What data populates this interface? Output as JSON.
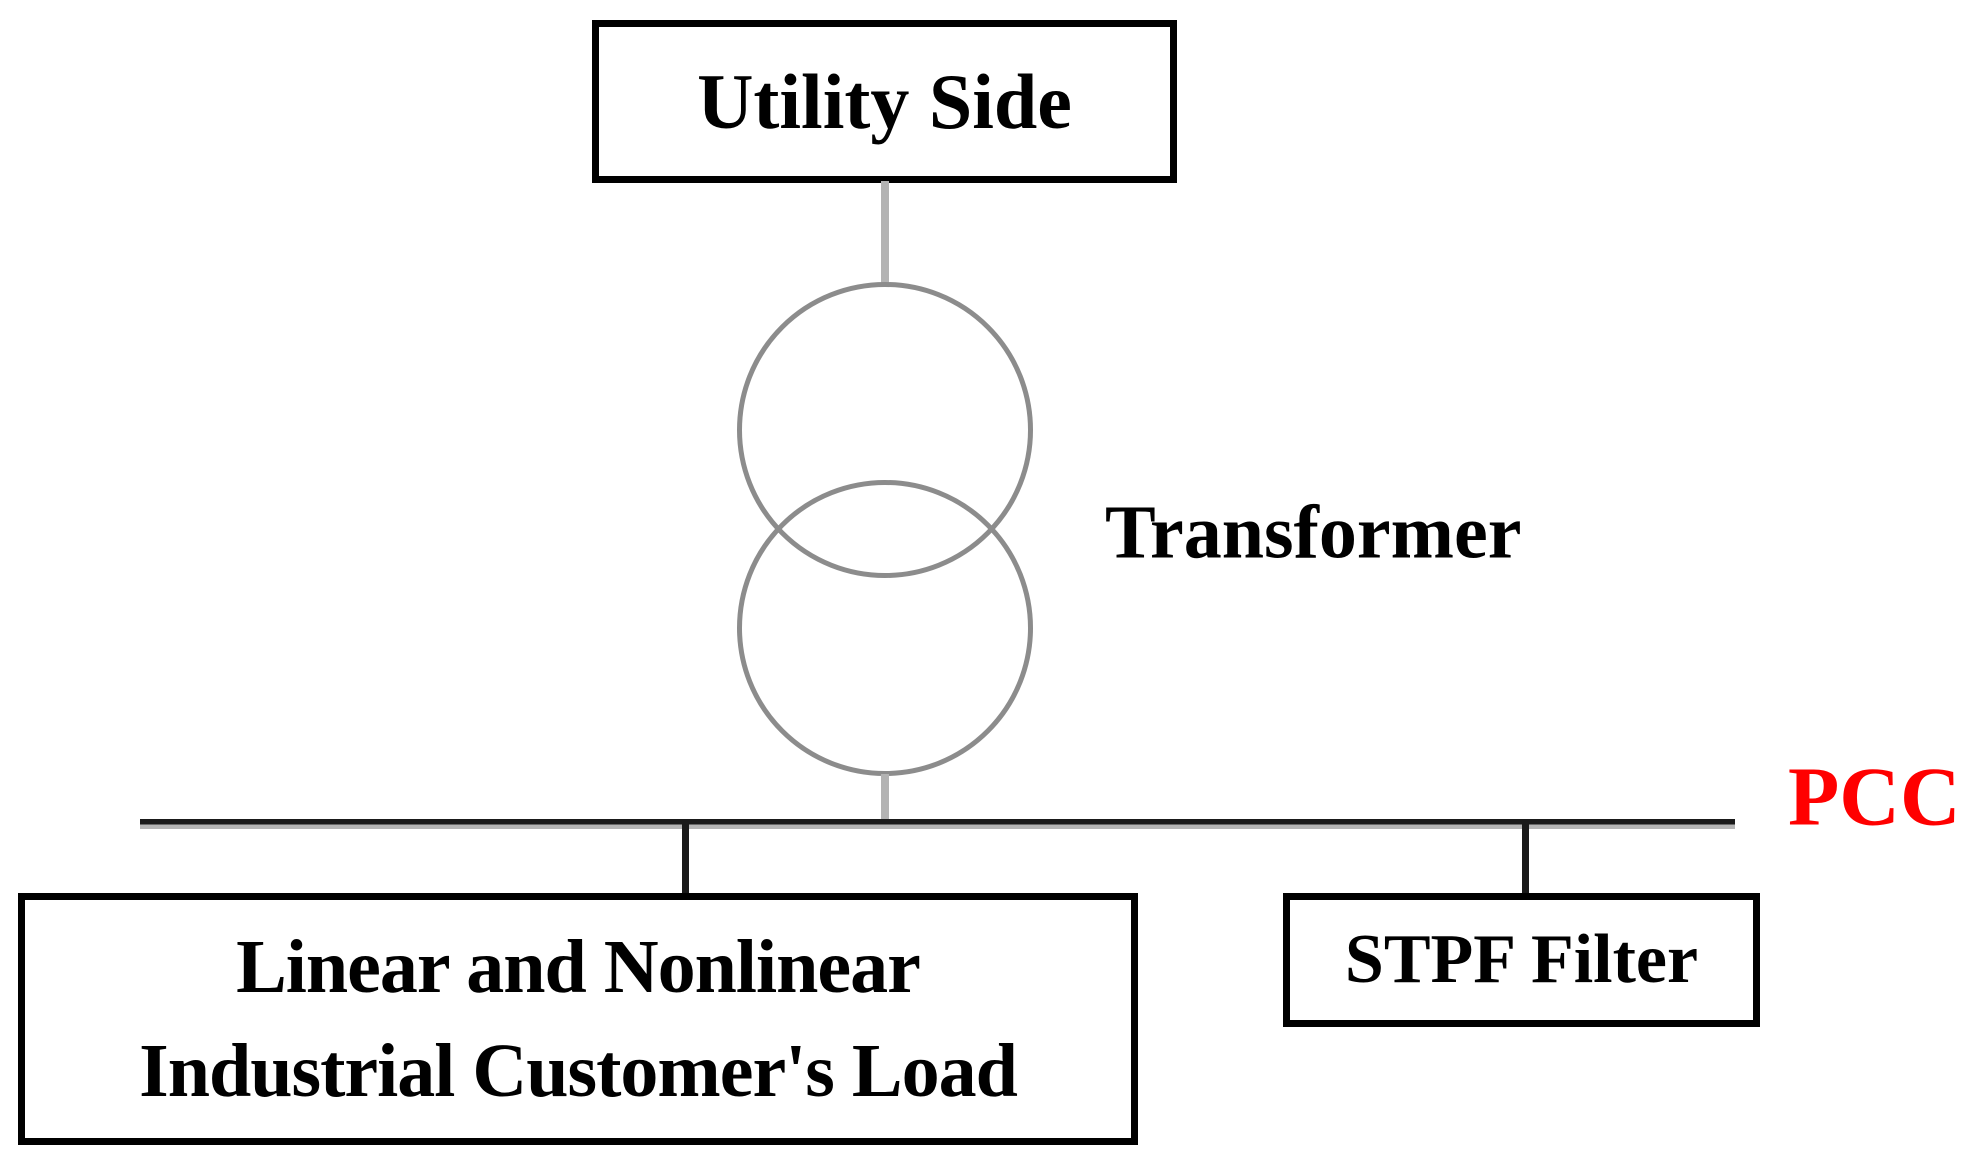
{
  "nodes": {
    "utility": {
      "label": "Utility Side"
    },
    "transformer": {
      "label": "Transformer"
    },
    "pcc": {
      "label": "PCC"
    },
    "load": {
      "line1": "Linear and Nonlinear",
      "line2": "Industrial Customer's Load"
    },
    "stpf": {
      "label": "STPF Filter"
    }
  },
  "colors": {
    "box_border": "#000000",
    "text": "#000000",
    "circle_stroke": "#8c8c8c",
    "stub": "#b3b3b3",
    "bus_dark": "#1a1a1a",
    "bus_light": "#b5b5b5",
    "pcc_text": "#ff0000",
    "background": "#ffffff"
  }
}
